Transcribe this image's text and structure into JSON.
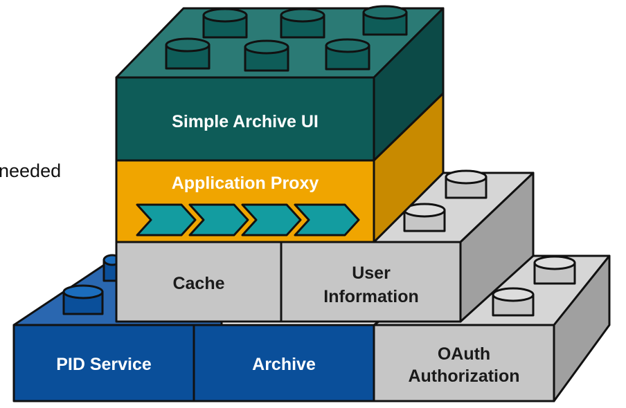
{
  "fragment_text": "needed",
  "blocks": {
    "simple_archive_ui": {
      "label": "Simple Archive UI"
    },
    "application_proxy": {
      "label": "Application Proxy"
    },
    "cache": {
      "label": "Cache"
    },
    "user_information": {
      "line1": "User",
      "line2": "Information"
    },
    "pid_service": {
      "label": "PID Service"
    },
    "archive": {
      "label": "Archive"
    },
    "oauth_authorization": {
      "line1": "OAuth",
      "line2": "Authorization"
    }
  },
  "colors": {
    "teal_front": "#0e5c58",
    "teal_top": "#2b7a75",
    "teal_side": "#0c4a47",
    "orange_front": "#f0a500",
    "orange_side": "#c88a00",
    "chevron": "#139ca0",
    "gray_front": "#c6c6c6",
    "gray_top": "#d6d6d6",
    "gray_side": "#a0a0a0",
    "blue_front": "#0a4f9a",
    "blue_top": "#2a67b0"
  }
}
